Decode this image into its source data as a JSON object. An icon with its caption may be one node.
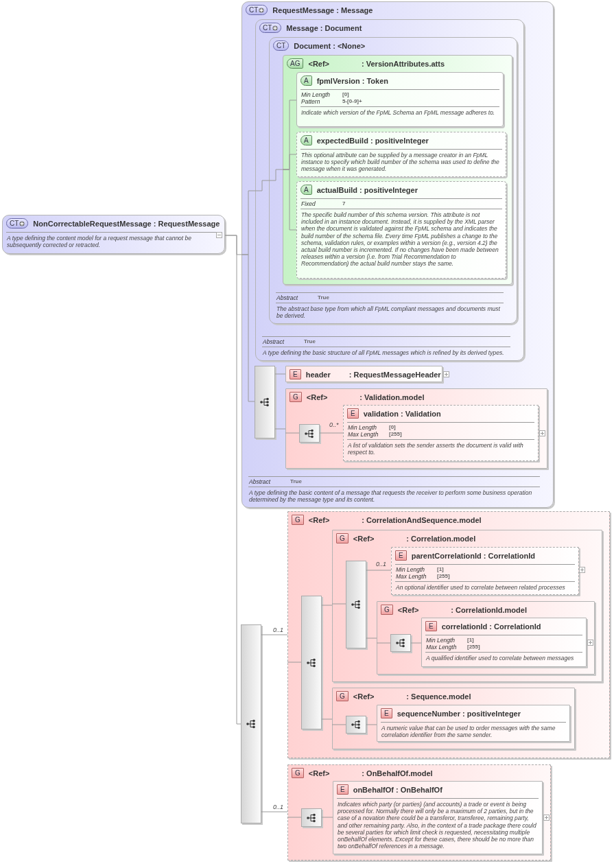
{
  "diagram": {
    "nodes": [
      {
        "text": [
          "CT",
          "NonCorrectableRequestMessage : RequestMessage",
          "A type defining the content model for a request message that cannot be subsequently corrected or retracted."
        ]
      },
      {
        "text": [
          "CT",
          "RequestMessage : Message",
          "Abstract",
          "True",
          "A type defining the basic content of a message that requests the receiver to perform some business operation determined by the message type and its content."
        ]
      },
      {
        "text": [
          "CT",
          "Message : Document",
          "Abstract",
          "True",
          "A type defining the basic structure of all FpML messages which is refined by its derived types."
        ],
        "in": 1
      },
      {
        "text": [
          "CT",
          "Document : <None>",
          "Abstract",
          "True",
          "The abstract base type from which all FpML compliant messages and documents must be derived."
        ],
        "in": 2
      },
      {
        "text": [
          "AG",
          "<Ref>",
          ": VersionAttributes.atts"
        ],
        "in": 3
      },
      {
        "text": [
          "A",
          "fpmlVersion : Token",
          "Min Length",
          "[0]",
          "Pattern",
          "5-[0-9]+",
          "Indicate which version of the FpML Schema an FpML message adheres to."
        ],
        "in": 4
      },
      {
        "text": [
          "A",
          "expectedBuild : positiveInteger",
          "This optional attribute can be supplied by a message creator in an FpML instance to specify which build number of the schema was used to define the message when it was generated."
        ],
        "in": 4
      },
      {
        "text": [
          "A",
          "actualBuild : positiveInteger",
          "Fixed",
          "7",
          "The specific build number of this schema version. This attribute is not included in an instance document. Instead, it is supplied by the XML parser when the document is validated against the FpML schema and indicates the build number of the schema file. Every time FpML publishes a change to the schema, validation rules, or examples within a version (e.g., version 4.2) the actual build number is incremented. If no changes have been made between releases within a version (i.e. from Trial Recommendation to Recommendation) the actual build number stays the same."
        ],
        "in": 4
      },
      {
        "text": [],
        "shape": "box",
        "in": 1
      },
      {
        "text": [
          "E",
          "header",
          ": RequestMessageHeader"
        ],
        "in": 1
      },
      {
        "text": [
          "G",
          "<Ref>",
          ": Validation.model"
        ],
        "in": 1
      },
      {
        "text": [],
        "shape": "box",
        "in": 10
      },
      {
        "text": [
          "E",
          "validation : Validation",
          "Min Length",
          "[0]",
          "Max Length",
          "[255]",
          "A list of validation sets the sender asserts the document is valid with respect to."
        ],
        "in": 10
      },
      {
        "text": [],
        "shape": "box"
      },
      {
        "text": [
          "G",
          "<Ref>",
          ": CorrelationAndSequence.model"
        ]
      },
      {
        "text": [],
        "shape": "box",
        "in": 14
      },
      {
        "text": [
          "G",
          "<Ref>",
          ": Correlation.model"
        ],
        "in": 14
      },
      {
        "text": [],
        "shape": "box",
        "in": 16
      },
      {
        "text": [
          "E",
          "parentCorrelationId : CorrelationId",
          "Min Length",
          "[1]",
          "Max Length",
          "[255]",
          "An optional identifier used to correlate between related processes"
        ],
        "in": 16
      },
      {
        "text": [
          "G",
          "<Ref>",
          ": CorrelationId.model"
        ],
        "in": 16
      },
      {
        "text": [],
        "shape": "box",
        "in": 19
      },
      {
        "text": [
          "E",
          "correlationId : CorrelationId",
          "Min Length",
          "[1]",
          "Max Length",
          "[255]",
          "A qualified identifier used to correlate between messages"
        ],
        "in": 19
      },
      {
        "text": [
          "G",
          "<Ref>",
          ": Sequence.model"
        ],
        "in": 14
      },
      {
        "text": [],
        "shape": "box",
        "in": 22
      },
      {
        "text": [
          "E",
          "sequenceNumber : positiveInteger",
          "A numeric value that can be used to order messages with the same correlation identifier from the same sender."
        ],
        "in": 22
      },
      {
        "text": [
          "G",
          "<Ref>",
          ": OnBehalfOf.model"
        ]
      },
      {
        "text": [],
        "shape": "box",
        "in": 25
      },
      {
        "text": [
          "E",
          "onBehalfOf : OnBehalfOf",
          "Indicates which party (or parties) (and accounts) a trade or event is being processed for. Normally there will only be a maximum of 2 parties, but in the case of a novation there could be a transferor, transferee, remaining party, and other remaining party. Also, in the context of a trade package there could be several parties for which limit check is requested, necessitating multiple onBehalfOf elements. Except for these cases, there should be no more than two onBehalfOf references in a message."
        ],
        "in": 25
      }
    ],
    "edges": [
      {
        "from": 0,
        "to": 1,
        "arrow": "none"
      },
      {
        "from": 0,
        "to": 13,
        "arrow": "none"
      },
      {
        "from": 1,
        "to": 2,
        "arrow": "none"
      },
      {
        "from": 1,
        "to": 8,
        "arrow": "none"
      },
      {
        "from": 2,
        "to": 3,
        "arrow": "none"
      },
      {
        "from": 3,
        "to": 4,
        "arrow": "none"
      },
      {
        "from": 4,
        "to": 5,
        "arrow": "none"
      },
      {
        "from": 4,
        "to": 6,
        "arrow": "none"
      },
      {
        "from": 4,
        "to": 7,
        "arrow": "none"
      },
      {
        "from": 8,
        "to": 9,
        "arrow": "none"
      },
      {
        "from": 8,
        "to": 10,
        "arrow": "none"
      },
      {
        "from": 10,
        "to": 11,
        "arrow": "none"
      },
      {
        "from": 11,
        "to": 12,
        "arrow": "none",
        "label": "0..*"
      },
      {
        "from": 13,
        "to": 14,
        "arrow": "none",
        "label": "0..1"
      },
      {
        "from": 13,
        "to": 25,
        "arrow": "none",
        "label": "0..1"
      },
      {
        "from": 14,
        "to": 15,
        "arrow": "none"
      },
      {
        "from": 15,
        "to": 16,
        "arrow": "none"
      },
      {
        "from": 15,
        "to": 22,
        "arrow": "none"
      },
      {
        "from": 16,
        "to": 17,
        "arrow": "none"
      },
      {
        "from": 17,
        "to": 18,
        "arrow": "none",
        "label": "0..1"
      },
      {
        "from": 17,
        "to": 19,
        "arrow": "none"
      },
      {
        "from": 19,
        "to": 20,
        "arrow": "none"
      },
      {
        "from": 20,
        "to": 21,
        "arrow": "none"
      },
      {
        "from": 22,
        "to": 23,
        "arrow": "none"
      },
      {
        "from": 23,
        "to": 24,
        "arrow": "none"
      },
      {
        "from": 25,
        "to": 26,
        "arrow": "none"
      },
      {
        "from": 26,
        "to": 27,
        "arrow": "none"
      }
    ]
  }
}
